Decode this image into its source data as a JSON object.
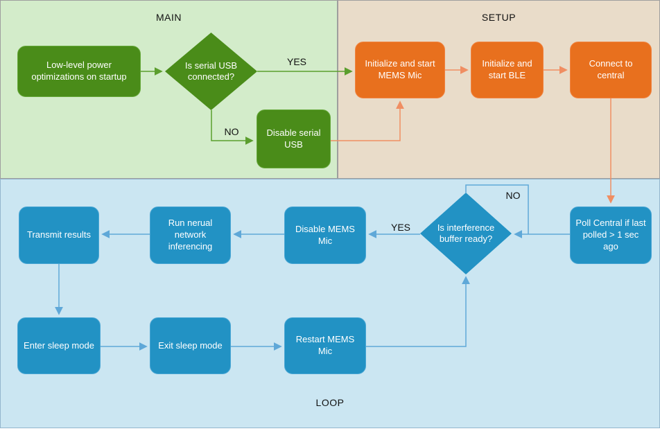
{
  "diagram": {
    "regions": {
      "main": {
        "label": "MAIN"
      },
      "setup": {
        "label": "SETUP"
      },
      "loop": {
        "label": "LOOP"
      }
    },
    "nodes": {
      "low_level_power": "Low-level power optimizations on startup",
      "is_serial_usb": "Is serial USB connected?",
      "disable_serial_usb": "Disable serial USB",
      "init_mems": "Initialize and start MEMS Mic",
      "init_ble": "Initialize and start BLE",
      "connect_central": "Connect to central",
      "poll_central": "Poll Central if last polled > 1 sec ago",
      "is_interference": "Is interference buffer ready?",
      "disable_mems": "Disable MEMS Mic",
      "run_nn": "Run nerual network inferencing",
      "transmit": "Transmit results",
      "enter_sleep": "Enter sleep mode",
      "exit_sleep": "Exit sleep mode",
      "restart_mems": "Restart MEMS Mic"
    },
    "edge_labels": {
      "main_yes": "YES",
      "main_no": "NO",
      "loop_yes": "YES",
      "loop_no": "NO"
    },
    "colors": {
      "main_bg": "#d3ecca",
      "main_node": "#4a8c19",
      "main_arrow": "#5b9e2d",
      "setup_bg": "#e9dcc9",
      "setup_node": "#e8701e",
      "setup_arrow": "#f08e62",
      "loop_bg": "#cbe6f2",
      "loop_node": "#2292c4",
      "loop_arrow": "#5fa8d8",
      "node_text": "#ffffff",
      "label_text": "#111111"
    }
  }
}
